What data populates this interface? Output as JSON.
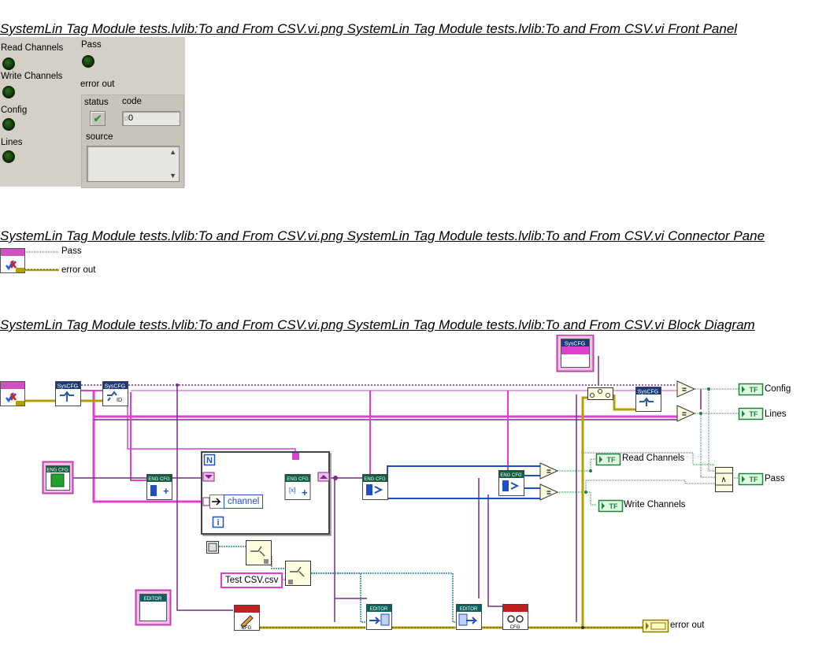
{
  "titles": {
    "front_panel": "SystemLin Tag Module tests.lvlib:To and From CSV.vi.png  SystemLin Tag Module tests.lvlib:To and From CSV.vi Front Panel",
    "connector_pane": "SystemLin Tag Module tests.lvlib:To and From CSV.vi.png  SystemLin Tag Module tests.lvlib:To and From CSV.vi Connector Pane",
    "block_diagram": "SystemLin Tag Module tests.lvlib:To and From CSV.vi.png  SystemLin Tag Module tests.lvlib:To and From CSV.vi Block Diagram"
  },
  "front_panel": {
    "indicators": [
      "Read Channels",
      "Write Channels",
      "Config",
      "Lines"
    ],
    "pass_label": "Pass",
    "error_out": {
      "label": "error out",
      "status_label": "status",
      "code_label": "code",
      "code_prefix": "d",
      "code_value": "0",
      "source_label": "source",
      "status_check": "✔",
      "scroll_up": "▲",
      "scroll_down": "▼"
    }
  },
  "connector_pane": {
    "terminals": [
      "Pass",
      "error out"
    ]
  },
  "block_diagram": {
    "indicators": {
      "config": "Config",
      "lines": "Lines",
      "read_channels": "Read Channels",
      "write_channels": "Write Channels",
      "pass": "Pass",
      "error_out": "error out"
    },
    "constants": {
      "channel": "channel",
      "file": "Test CSV.csv"
    },
    "node_text": {
      "tf": "TF",
      "syscfg": "SysCFG",
      "engcfg": "ENG CFG",
      "editor": "EDITOR",
      "cfg": "CFG",
      "id": "ID",
      "loop_n": "N",
      "loop_i": "i",
      "equals": "=",
      "and": "∧"
    },
    "colors": {
      "wire_pink": "#e040d0",
      "wire_purple": "#7a2a8a",
      "wire_blue": "#2050c0",
      "wire_green": "#208040",
      "wire_teal": "#2a8a8a",
      "wire_error": "#b0a000"
    }
  }
}
